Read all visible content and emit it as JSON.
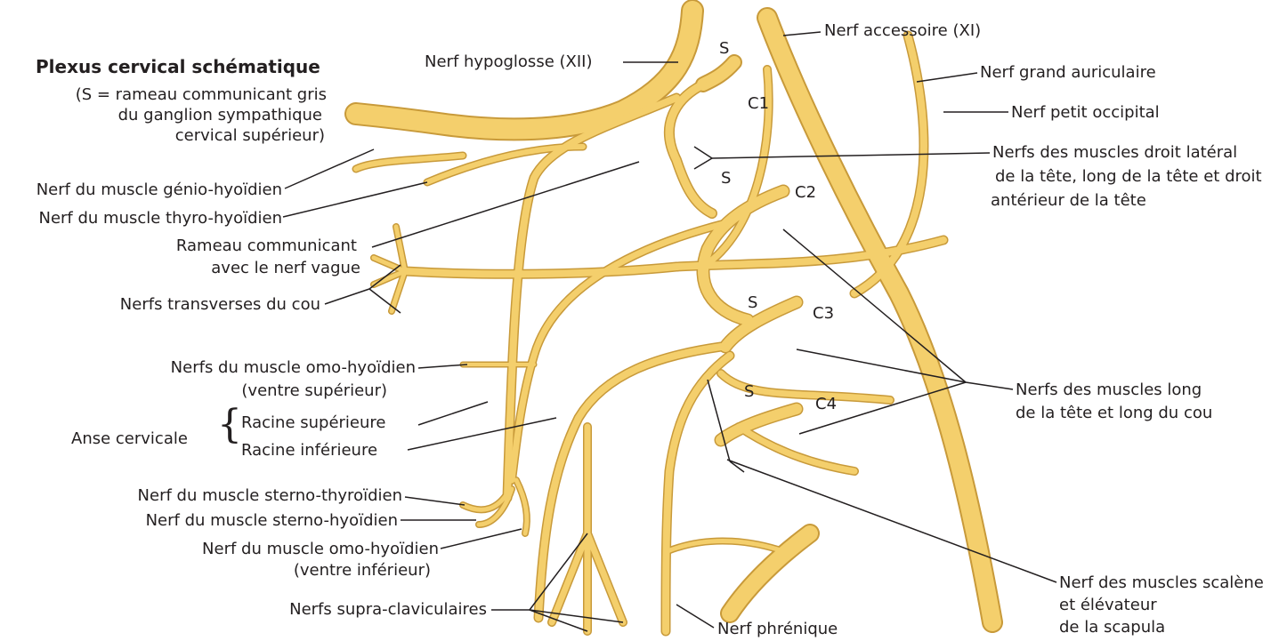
{
  "title": "Plexus cervical schématique",
  "subtitle": [
    "(S = rameau communicant gris",
    "du ganglion sympathique",
    "cervical supérieur)"
  ],
  "colors": {
    "nerve_fill": "#f4cf6c",
    "nerve_edge": "#c89a3a",
    "leader": "#231f20"
  },
  "roots": {
    "s": "S",
    "c1": "C1",
    "c2": "C2",
    "c3": "C3",
    "c4": "C4"
  },
  "labels": {
    "hypoglosse": "Nerf hypoglosse (XII)",
    "accessoire": "Nerf accessoire (XI)",
    "grand_auriculaire": "Nerf grand auriculaire",
    "petit_occipital": "Nerf petit occipital",
    "droit_lateral": [
      "Nerfs des muscles droit latéral",
      "de la tête, long de la tête et droit",
      "antérieur de la tête"
    ],
    "genio": "Nerf du muscle génio-hyoïdien",
    "thyro": "Nerf du muscle thyro-hyoïdien",
    "rameau_vague": [
      "Rameau communicant",
      "avec le nerf vague"
    ],
    "transverses": "Nerfs transverses du cou",
    "omo_sup": [
      "Nerfs du muscle omo-hyoïdien",
      "(ventre supérieur)"
    ],
    "anse": "Anse cervicale",
    "racine_sup": "Racine supérieure",
    "racine_inf": "Racine inférieure",
    "long_tete": [
      "Nerfs des muscles long",
      "de la tête et long du cou"
    ],
    "sterno_thyro": "Nerf du muscle sterno-thyroïdien",
    "sterno_hyo": "Nerf du muscle sterno-hyoïdien",
    "omo_inf": [
      "Nerf du muscle omo-hyoïdien",
      "(ventre inférieur)"
    ],
    "scalene": [
      "Nerf des muscles scalène",
      "et élévateur",
      "de la scapula"
    ],
    "supra_clav": "Nerfs supra-claviculaires",
    "phrenique": "Nerf phrénique"
  }
}
